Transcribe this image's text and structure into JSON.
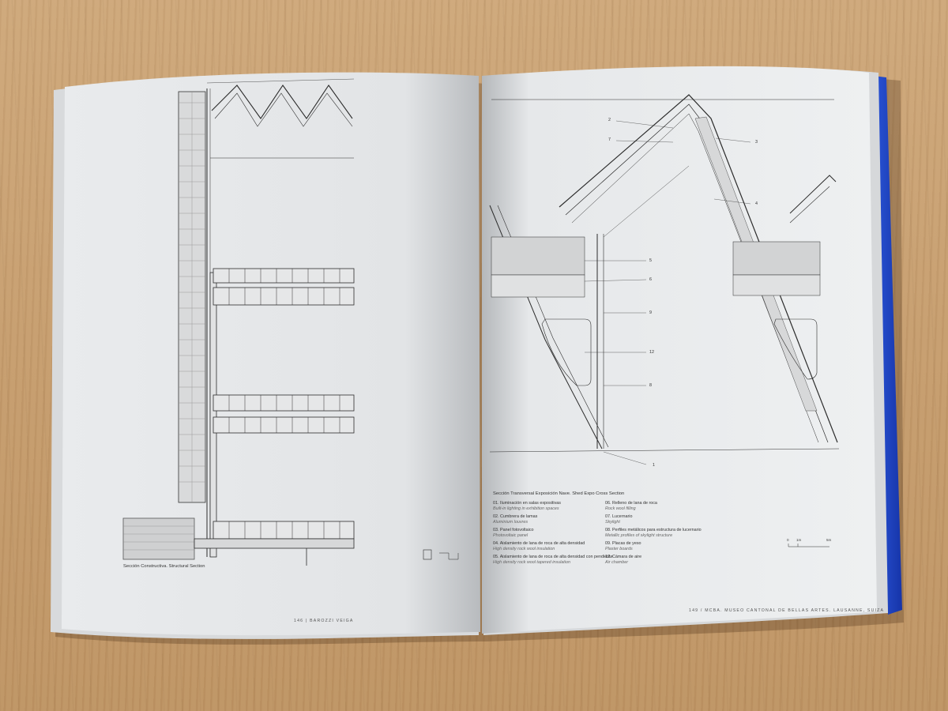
{
  "left_page": {
    "caption": "Sección Constructiva. Structural Section",
    "folio_number": "146",
    "folio_separator": "|",
    "folio_title": "BAROZZI VEIGA"
  },
  "right_page": {
    "caption": "Sección Transversal Exposición Nave. Shed Expo Cross Section",
    "folio_number": "149",
    "folio_separator": "/",
    "folio_title": "MCBA. MUSEO CANTONAL DE BELLAS ARTES. LAUSANNE, SUIZA",
    "callouts": [
      "2",
      "7",
      "3",
      "4",
      "5",
      "6",
      "9",
      "12",
      "8",
      "1"
    ],
    "legend_left": [
      {
        "es": "01. Iluminación en salas expositivas",
        "en": "Built-in lighting in exhibition spaces"
      },
      {
        "es": "02. Cumbrera de lamas",
        "en": "Aluminium louvres"
      },
      {
        "es": "03. Panel fotovoltaico",
        "en": "Photovoltaic panel"
      },
      {
        "es": "04. Aislamiento de lana de roca de alta densidad",
        "en": "High density rock wool insulation"
      },
      {
        "es": "05. Aislamiento de lana de roca de alta densidad con pendiente",
        "en": "High density rock wool tapered insulation"
      }
    ],
    "legend_right": [
      {
        "es": "06. Relleno de lana de roca",
        "en": "Rock wool filling"
      },
      {
        "es": "07. Lucernario",
        "en": "Skylight"
      },
      {
        "es": "08. Perfiles metálicos para estructura de lucernario",
        "en": "Metallic profiles of skylight structure"
      },
      {
        "es": "09. Placas de yeso",
        "en": "Plaster boards"
      },
      {
        "es": "12. Cámara de aire",
        "en": "Air chamber"
      }
    ],
    "scale_labels": [
      "0",
      "1m",
      "5m"
    ]
  },
  "colors": {
    "wood_table": "#c9a477",
    "page_paper": "#eef0f2",
    "plate_gray": "#e3e5e7",
    "drawing_ink": "#2c2c2c",
    "cover_blue": "#1d3fbf"
  }
}
